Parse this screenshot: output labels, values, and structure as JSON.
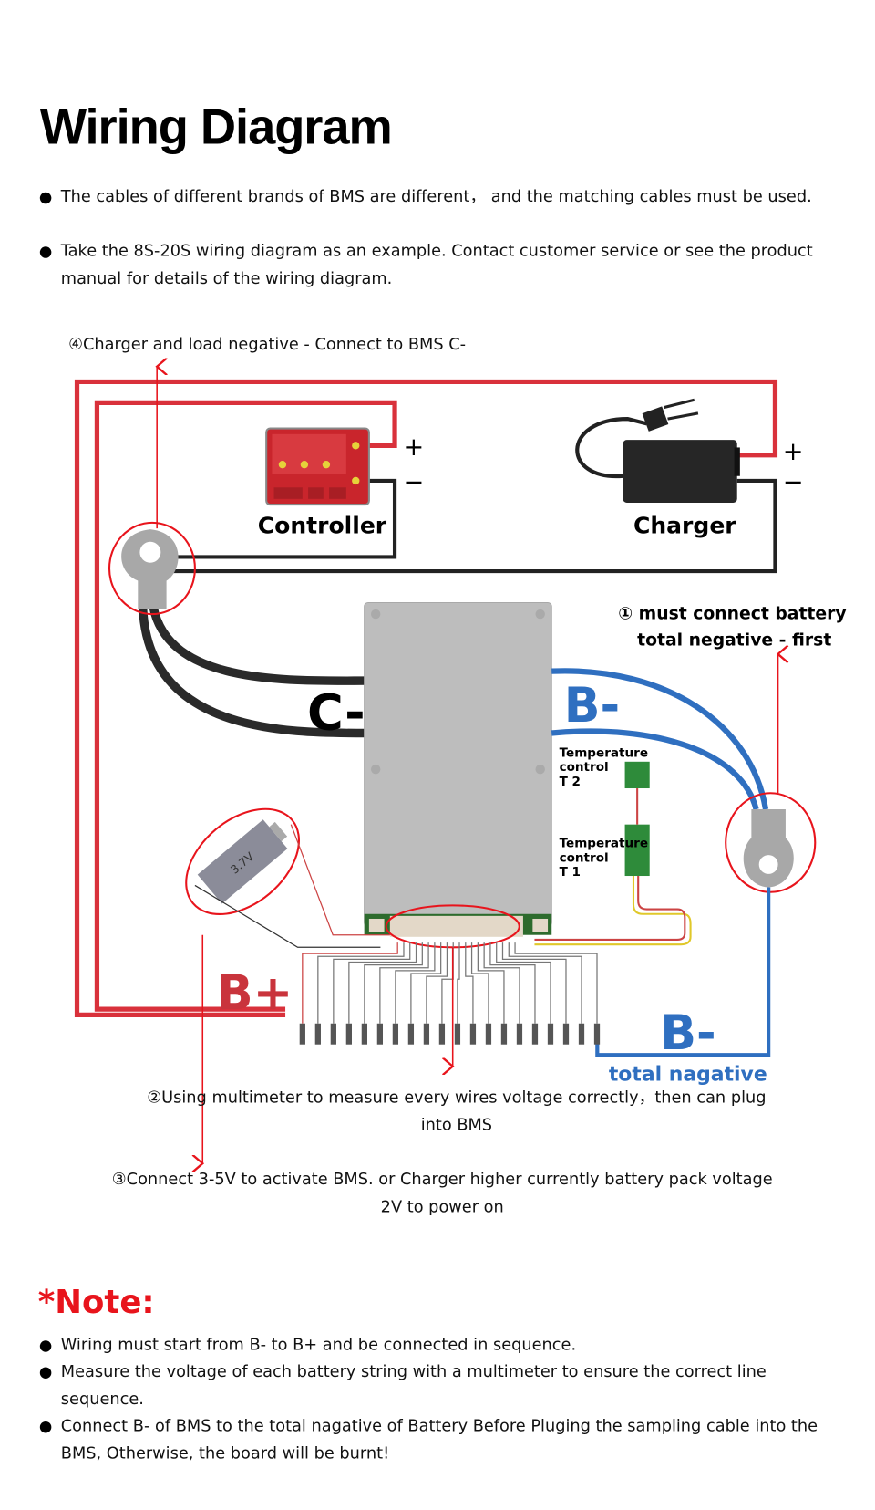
{
  "title": "Wiring Diagram",
  "intro_bullets": [
    "The cables of different brands of BMS are different， and the matching cables must be used.",
    "Take the 8S-20S wiring diagram as an example. Contact customer service or see the product  manual  for details of the wiring diagram."
  ],
  "diagram": {
    "step4": "④Charger and load negative - Connect to BMS C-",
    "controller_label": "Controller",
    "charger_label": "Charger",
    "plus": "+",
    "minus": "−",
    "step1_line1": "① must connect battery",
    "step1_line2": "total negative - first",
    "c_minus": "C-",
    "b_minus_top": "B-",
    "b_minus_bottom": "B-",
    "b_plus": "B+",
    "temp_t2": [
      "Temperature",
      "control",
      "T 2"
    ],
    "temp_t1": [
      "Temperature",
      "control",
      "T 1"
    ],
    "battery_voltage": "3.7V",
    "total_negative": "total nagative",
    "step2": "②Using multimeter to measure every wires voltage correctly，then can plug into BMS",
    "step3": "③Connect 3-5V to activate BMS. or Charger higher currently battery pack voltage 2V to power on",
    "colors": {
      "red_wire": "#d9313b",
      "black_wire": "#222222",
      "blue_wire": "#2f6fc0",
      "annotation": "#e8141c"
    }
  },
  "note": {
    "heading": "*Note:",
    "bullets": [
      "Wiring must start from B- to B+ and be connected in sequence.",
      "Measure the voltage of each battery string with a multimeter to ensure the correct line sequence.",
      "Connect B- of BMS to the total nagative of Battery Before Pluging the sampling cable into the BMS, Otherwise, the board will be burnt!"
    ]
  }
}
